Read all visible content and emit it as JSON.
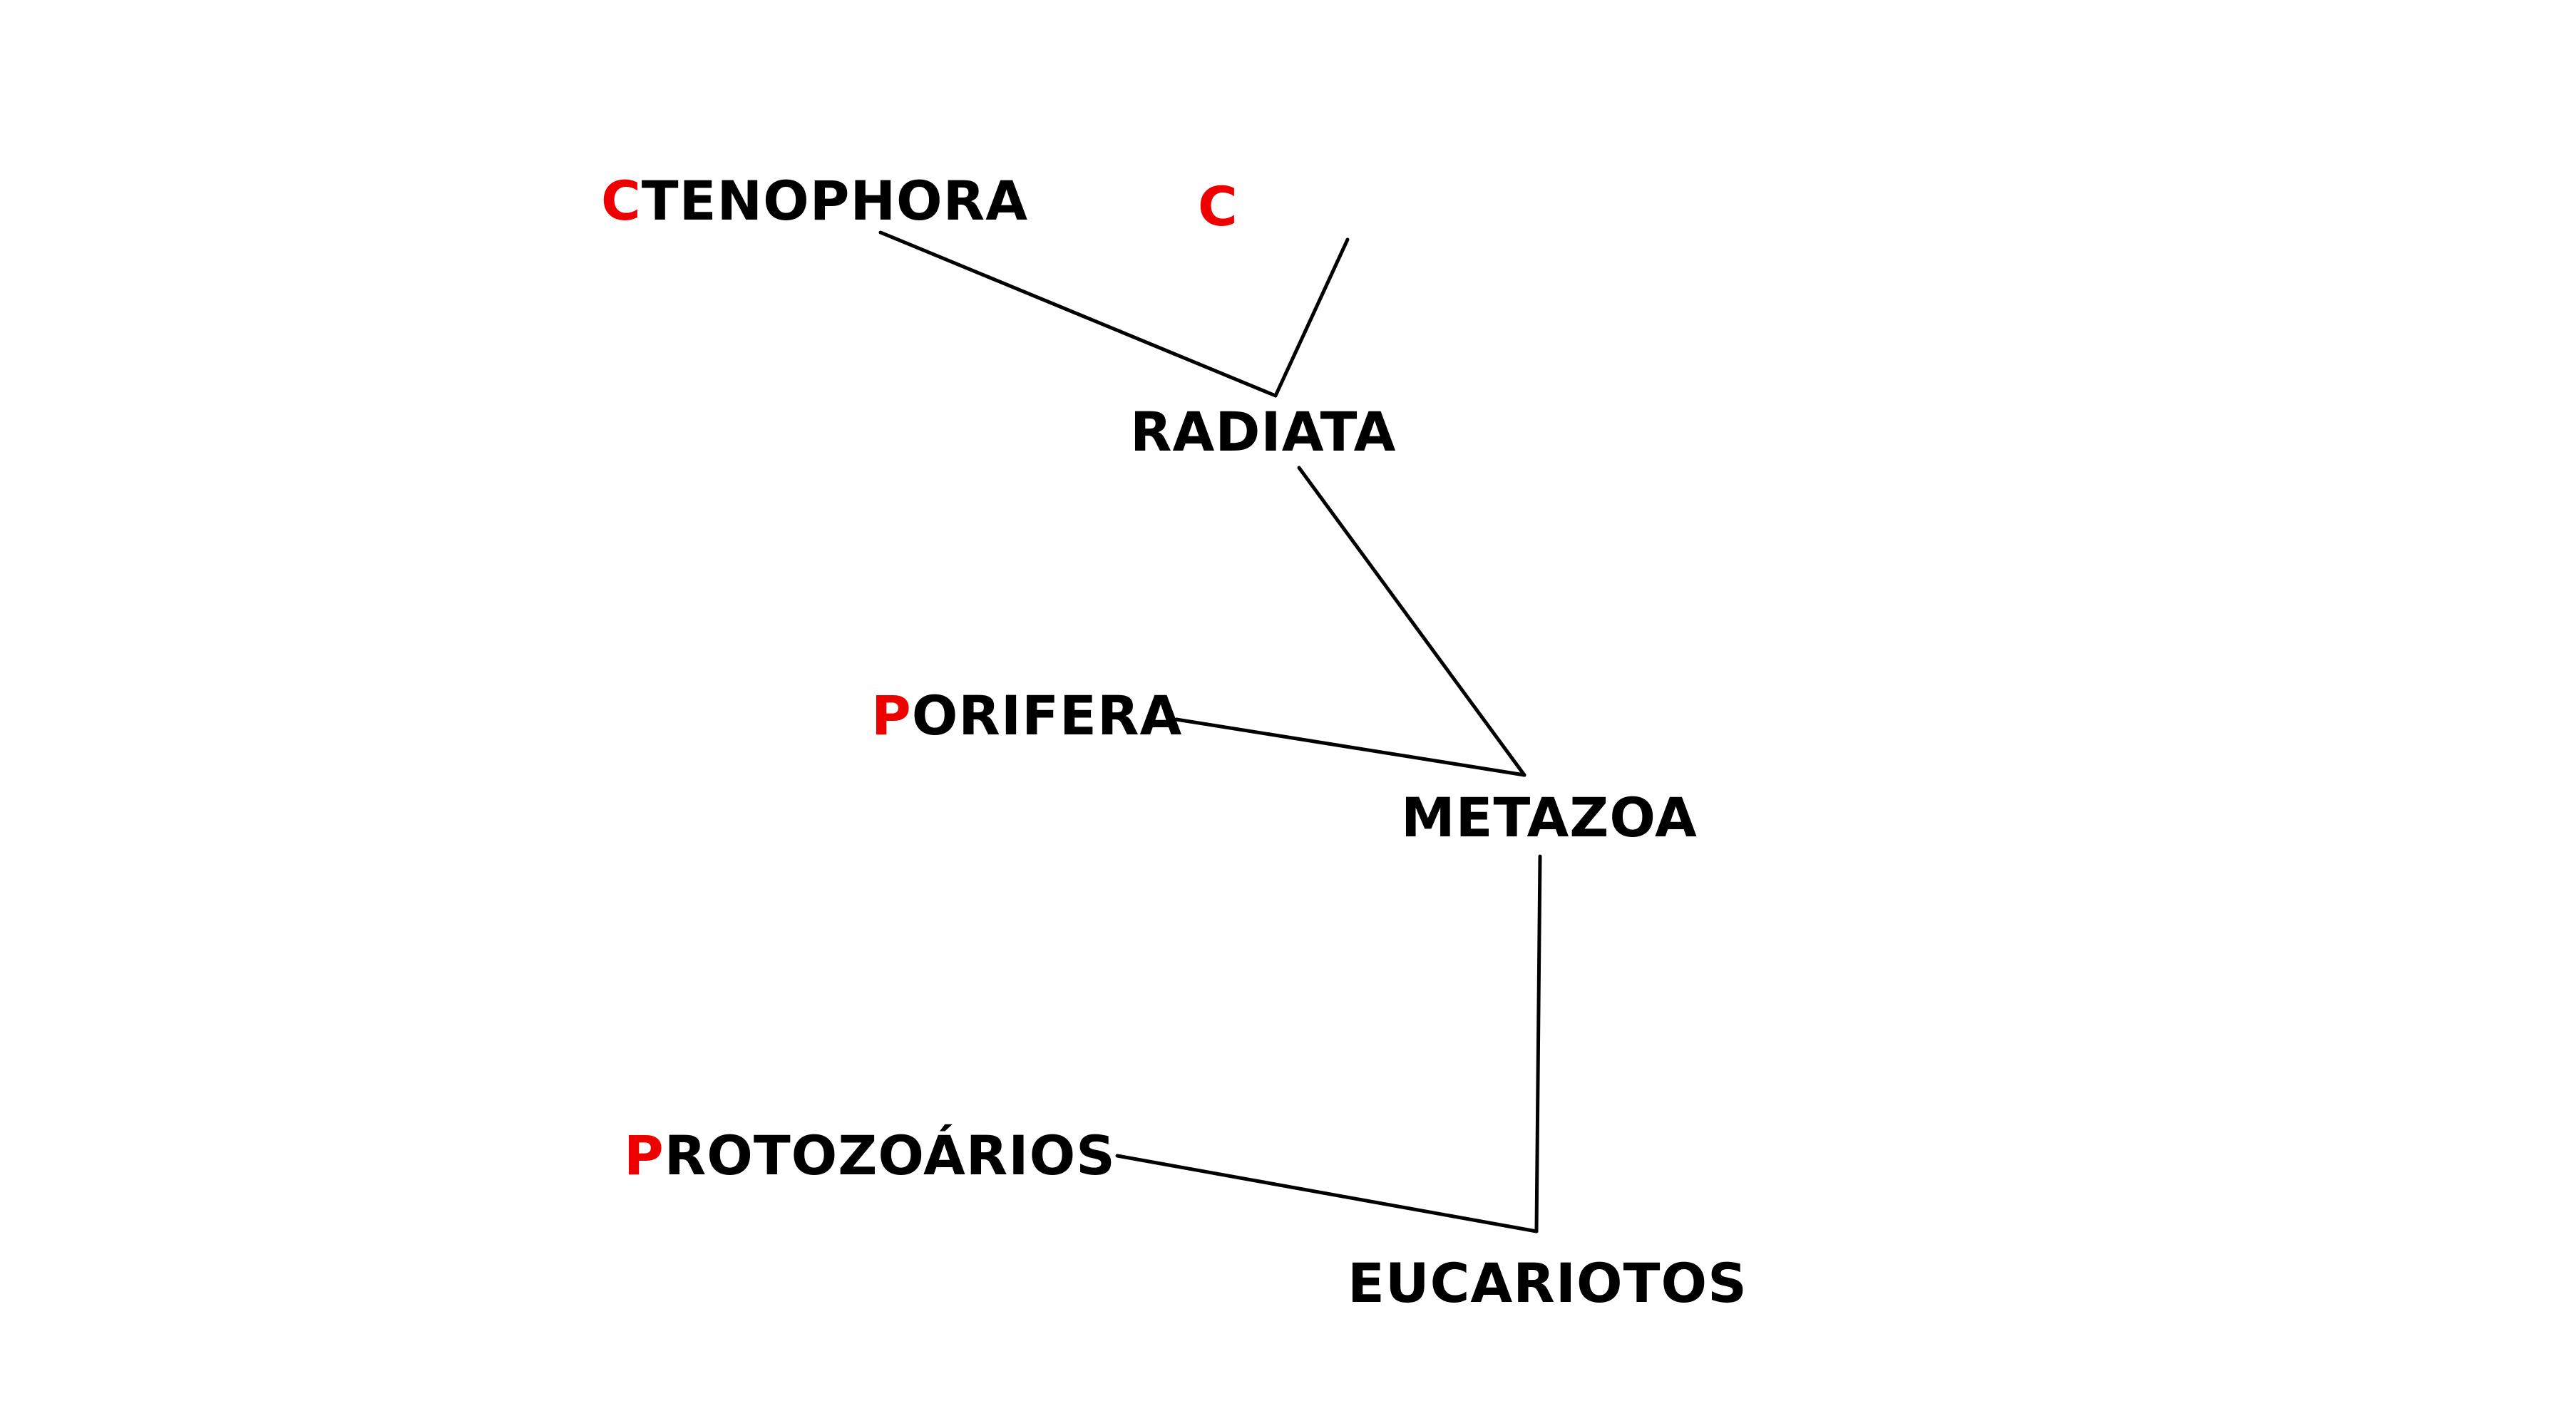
{
  "colors": {
    "accent": "#ee0000",
    "text": "#000000",
    "background": "#ffffff"
  },
  "nodes": {
    "ctenophora": {
      "initial": "C",
      "rest": "TENOPHORA"
    },
    "c": {
      "initial": "C"
    },
    "radiata": {
      "text": "RADIATA"
    },
    "porifera": {
      "initial": "P",
      "rest": "ORIFERA"
    },
    "metazoa": {
      "text": "METAZOA"
    },
    "protozoarios": {
      "initial": "P",
      "rest": "ROTOZOÁRIOS"
    },
    "eucariotos": {
      "text": "EUCARIOTOS"
    }
  },
  "edges": [
    {
      "from": "ctenophora",
      "to": "radiata"
    },
    {
      "from": "c",
      "to": "radiata"
    },
    {
      "from": "radiata",
      "to": "metazoa"
    },
    {
      "from": "porifera",
      "to": "metazoa"
    },
    {
      "from": "metazoa",
      "to": "eucariotos"
    },
    {
      "from": "protozoarios",
      "to": "eucariotos"
    }
  ]
}
